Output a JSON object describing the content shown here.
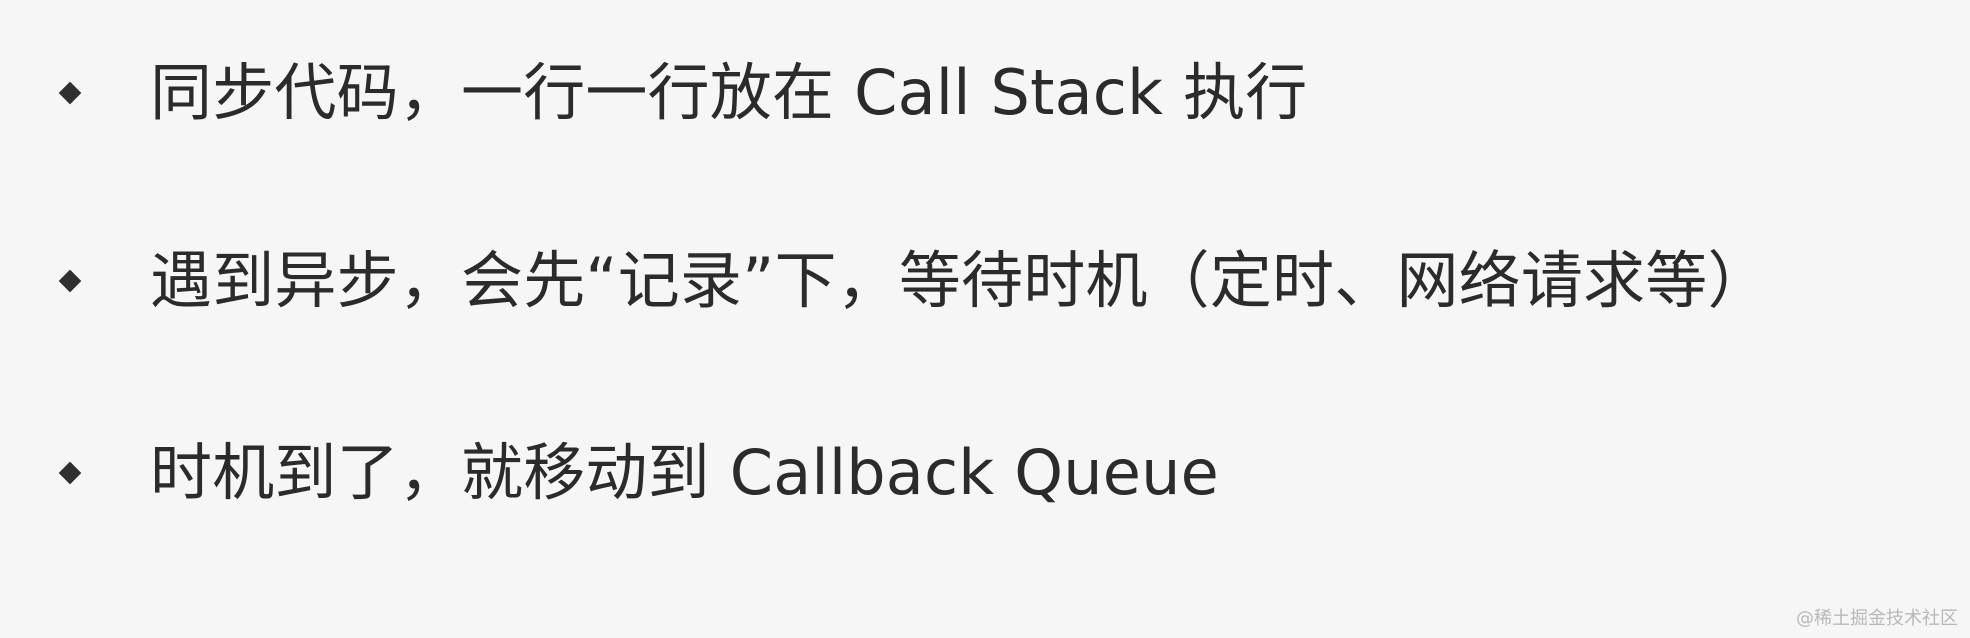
{
  "bullets": [
    {
      "text": "同步代码，一行一行放在 Call Stack 执行"
    },
    {
      "text": "遇到异步，会先“记录”下，等待时机（定时、网络请求等）"
    },
    {
      "text": "时机到了，就移动到 Callback Queue"
    }
  ],
  "watermark": "@稀土掘金技术社区",
  "colors": {
    "background": "#f6f6f6",
    "text": "#2b2b2b",
    "bullet": "#2f2f2f",
    "watermark": "#b8b8b8"
  },
  "icons": {
    "bullet": "diamond-bullet-icon"
  }
}
